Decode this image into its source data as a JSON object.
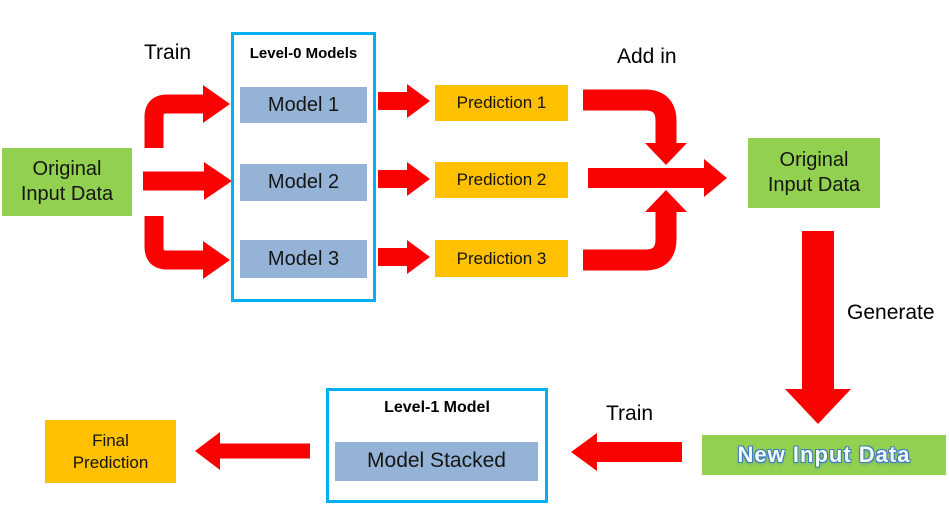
{
  "diagram": {
    "title_hint": "Stacking ensemble flow diagram",
    "labels": {
      "train_top": "Train",
      "add_in": "Add in",
      "generate": "Generate",
      "train_bottom": "Train"
    },
    "nodes": {
      "original_input_left": "Original\nInput Data",
      "level0_title": "Level-0 Models",
      "models": [
        "Model 1",
        "Model 2",
        "Model 3"
      ],
      "predictions": [
        "Prediction 1",
        "Prediction 2",
        "Prediction 3"
      ],
      "original_input_right": "Original\nInput Data",
      "new_input": "New Input Data",
      "level1_title": "Level-1 Model",
      "model_stacked": "Model Stacked",
      "final_prediction": "Final\nPrediction"
    },
    "colors": {
      "green": "#92D050",
      "orange": "#FFC000",
      "blue": "#95B3D7",
      "cyan": "#00B0F0",
      "red": "#FB0202"
    }
  }
}
